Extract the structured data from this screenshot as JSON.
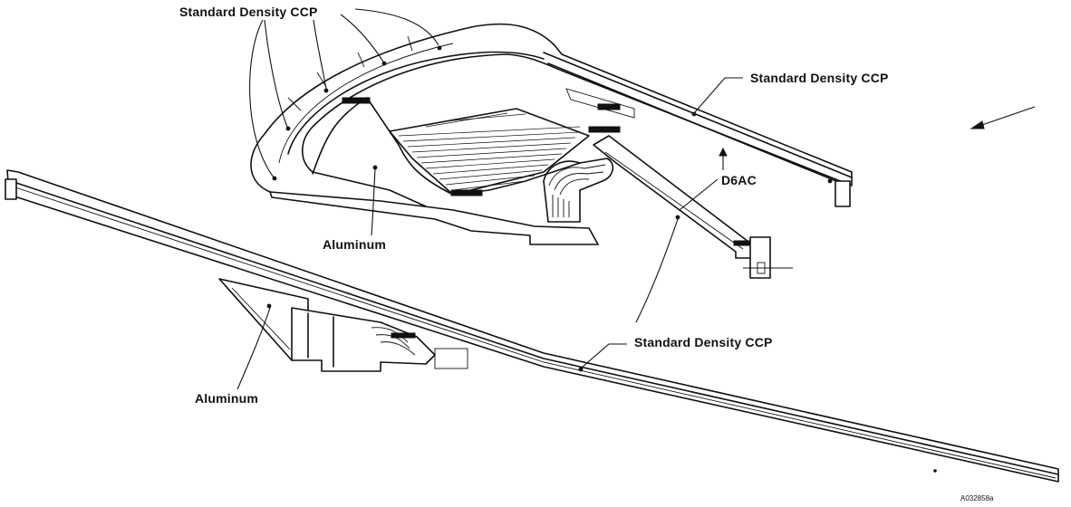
{
  "labels": {
    "top_left_ccp": "Standard Density CCP",
    "top_right_ccp": "Standard Density CCP",
    "d6ac": "D6AC",
    "aluminum_upper": "Aluminum",
    "lower_ccp": "Standard Density CCP",
    "aluminum_lower": "Aluminum"
  },
  "figure_id": "A032858a"
}
